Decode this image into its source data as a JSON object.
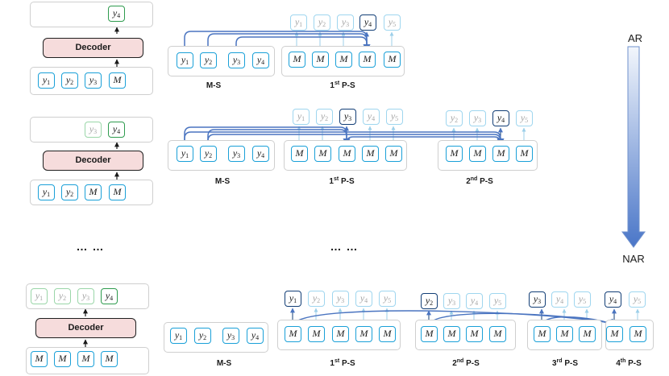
{
  "tokens": {
    "y1": "y",
    "y2": "y",
    "y3": "y",
    "y4": "y",
    "y5": "y",
    "m": "M",
    "s1": "1",
    "s2": "2",
    "s3": "3",
    "s4": "4",
    "s5": "5"
  },
  "decoder_label": "Decoder",
  "labels": {
    "ms": "M-S",
    "ps_text": "P-S",
    "ord_1": "1",
    "ord_2": "2",
    "ord_3": "3",
    "ord_4": "4",
    "suf_st": "st",
    "suf_nd": "nd",
    "suf_rd": "rd",
    "suf_th": "th"
  },
  "ellipsis": "… …",
  "arrow": {
    "top": "AR",
    "bottom": "NAR"
  },
  "colors": {
    "token_border": "#1aa0d8",
    "token_faint": "#9fd6ef",
    "token_output": "#123e76",
    "green_output": "#2e9b4e",
    "decoder_fill": "#f6dcdc",
    "connector": "#4a74c0"
  }
}
